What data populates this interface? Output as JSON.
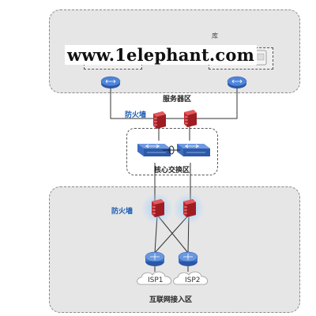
{
  "watermark": "www.1elephant.com",
  "server_zone": {
    "label": "服务器区",
    "top_left_partial": "",
    "top_right_partial": "库"
  },
  "core_zone": {
    "label": "核心交换区"
  },
  "firewall_top_label": "防火墙",
  "firewall_bottom_label": "防火墙",
  "internet_zone": {
    "label": "互联网接入区"
  },
  "isp": [
    {
      "label": "ISP1"
    },
    {
      "label": "ISP2"
    }
  ],
  "colors": {
    "firewall": "#c0282d",
    "switch": "#3b6fc7",
    "router": "#3f74c9",
    "accent_text": "#1e5fb4",
    "zone_fill": "#e6e6e6"
  }
}
